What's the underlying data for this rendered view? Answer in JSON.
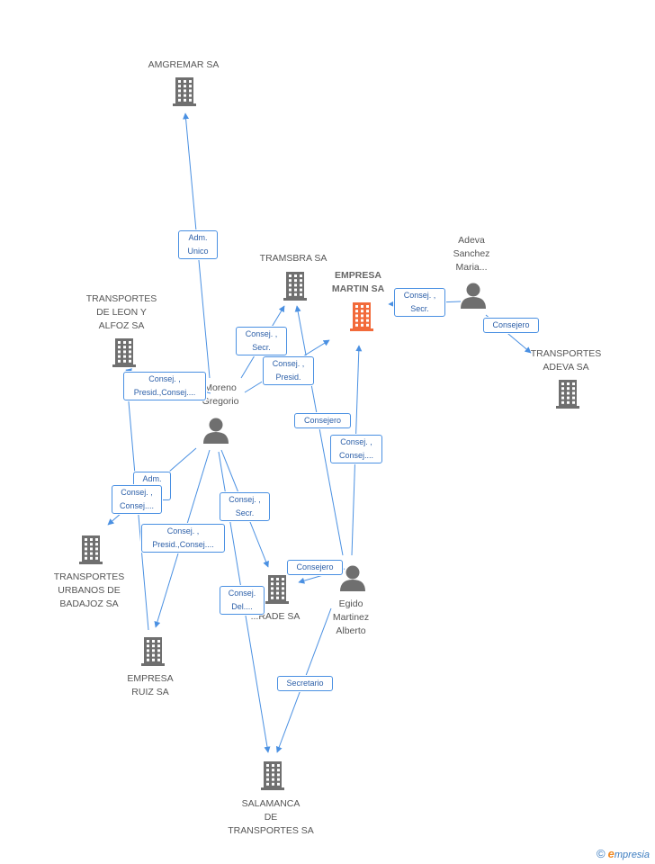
{
  "colors": {
    "edge": "#4a90e2",
    "company_icon": "#6f6f6f",
    "focus_icon": "#f26a3a",
    "person_icon": "#6f6f6f"
  },
  "nodes": {
    "amgremar": {
      "label": "AMGREMAR SA",
      "type": "company"
    },
    "tramsbra": {
      "label": "TRAMSBRA SA",
      "type": "company"
    },
    "empresa_martin": {
      "label": "EMPRESA\nMARTIN SA",
      "type": "company",
      "focus": true
    },
    "adeva_sanchez": {
      "label": "Adeva\nSanchez\nMaria...",
      "type": "person"
    },
    "transportes_adeva": {
      "label": "TRANSPORTES\nADEVA SA",
      "type": "company"
    },
    "transportes_leon": {
      "label": "TRANSPORTES\nDE LEON Y\nALFOZ SA",
      "type": "company"
    },
    "moreno_gregorio": {
      "label": "Moreno\nGregorio",
      "type": "person"
    },
    "transportes_urbanos": {
      "label": "TRANSPORTES\nURBANOS DE\nBADAJOZ SA",
      "type": "company"
    },
    "trade": {
      "label": "...RADE SA",
      "type": "company"
    },
    "egido_martinez": {
      "label": "Egido\nMartinez\nAlberto",
      "type": "person"
    },
    "empresa_ruiz": {
      "label": "EMPRESA\nRUIZ SA",
      "type": "company"
    },
    "salamanca": {
      "label": "SALAMANCA\nDE\nTRANSPORTES SA",
      "type": "company"
    }
  },
  "edges": [
    {
      "id": "e1",
      "label": "Adm.\nUnico"
    },
    {
      "id": "e2",
      "label": "Consej. ,\nSecr."
    },
    {
      "id": "e3",
      "label": "Consej. ,\nPresid."
    },
    {
      "id": "e4",
      "label": "Consej. ,\nPresid.,Consej...."
    },
    {
      "id": "e5",
      "label": "Adm.\nSolid."
    },
    {
      "id": "e6",
      "label": "Consej. ,\nConsej...."
    },
    {
      "id": "e7",
      "label": "Consej. ,\nPresid.,Consej...."
    },
    {
      "id": "e8",
      "label": "Consej. ,\nSecr."
    },
    {
      "id": "e9",
      "label": "Consej.\nDel...."
    },
    {
      "id": "e10",
      "label": "Consejero"
    },
    {
      "id": "e11",
      "label": "Consej. ,\nConsej...."
    },
    {
      "id": "e12",
      "label": "Consejero"
    },
    {
      "id": "e13",
      "label": "Secretario"
    },
    {
      "id": "e14",
      "label": "Consej. ,\nSecr."
    },
    {
      "id": "e15",
      "label": "Consejero"
    }
  ],
  "footer": {
    "copyright": "©",
    "brand_initial": "e",
    "brand_rest": "mpresia"
  }
}
